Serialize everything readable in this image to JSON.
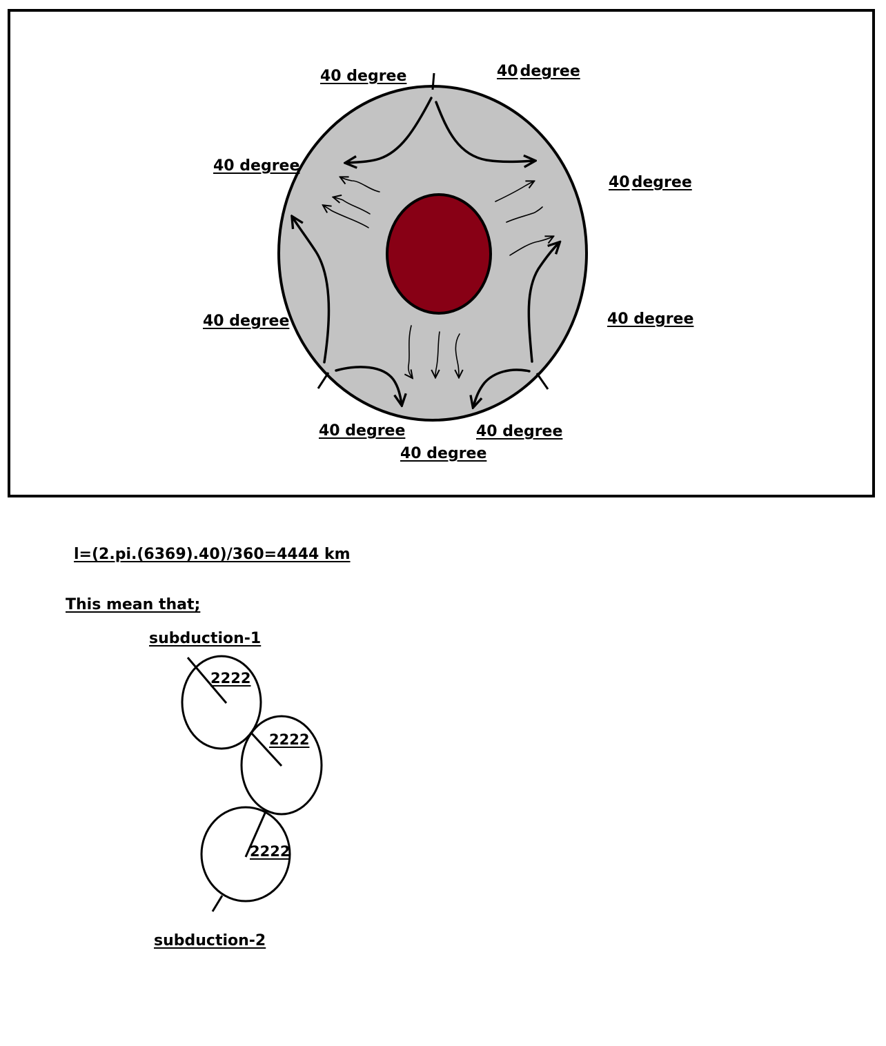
{
  "diagram": {
    "degree_labels": [
      "40 degree",
      "40 degree",
      "40 degree",
      "40 degree",
      "40 degree",
      "40 degree",
      "40 degree"
    ],
    "split_labels": [
      {
        "num": "40",
        "word": "degree"
      },
      {
        "num": "40",
        "word": "degree"
      }
    ],
    "colors": {
      "mantle": "#c3c3c3",
      "core": "#880015",
      "line": "#000000",
      "background": "#ffffff"
    }
  },
  "formula": "l=(2.pi.(6369).40)/360=4444 km",
  "meaning": "This mean that;",
  "subduction_1": "subduction-1",
  "subduction_2": "subduction-2",
  "plate_values": [
    "2222",
    "2222",
    "2222"
  ]
}
